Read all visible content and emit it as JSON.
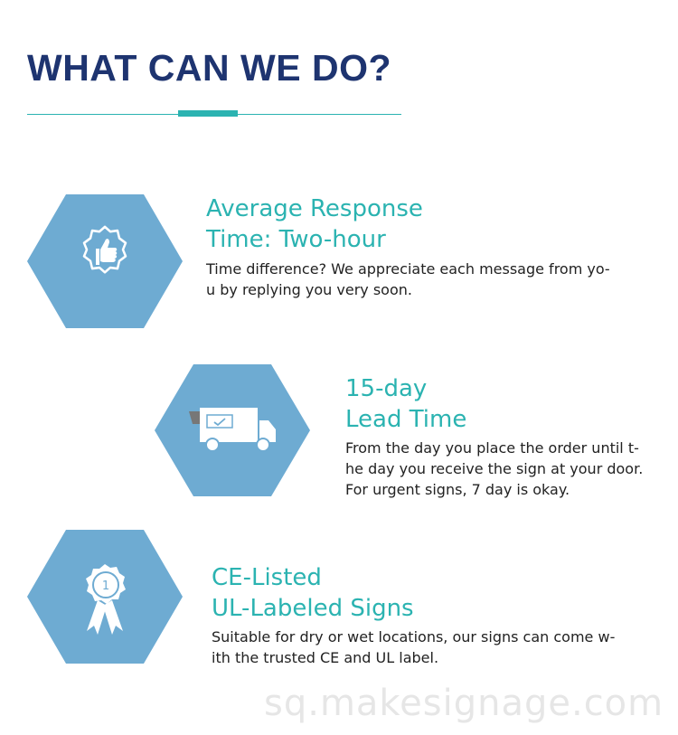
{
  "header": {
    "title": "WHAT CAN WE DO?"
  },
  "features": [
    {
      "icon": "thumbs-up-icon",
      "title_lines": [
        "Average Response",
        "Time: Two-hour"
      ],
      "desc_lines": [
        "Time difference? We appreciate each message from yo-",
        "u by replying you very soon."
      ]
    },
    {
      "icon": "delivery-truck-icon",
      "title_lines": [
        "15-day",
        "Lead Time"
      ],
      "desc_lines": [
        "From the day you place the order until t-",
        "he day you receive the sign at your door.",
        "For urgent signs, 7 day is okay."
      ]
    },
    {
      "icon": "award-ribbon-icon",
      "badge_number": "1",
      "title_lines": [
        "CE-Listed",
        "UL-Labeled Signs"
      ],
      "desc_lines": [
        "Suitable for dry or wet locations, our signs can come w-",
        "ith the trusted CE and UL label."
      ]
    }
  ],
  "watermark": "sq.makesignage.com",
  "colors": {
    "title": "#1e3470",
    "accent": "#2bb3b1",
    "hexagon": "#6eabd2",
    "icon": "#ffffff"
  }
}
